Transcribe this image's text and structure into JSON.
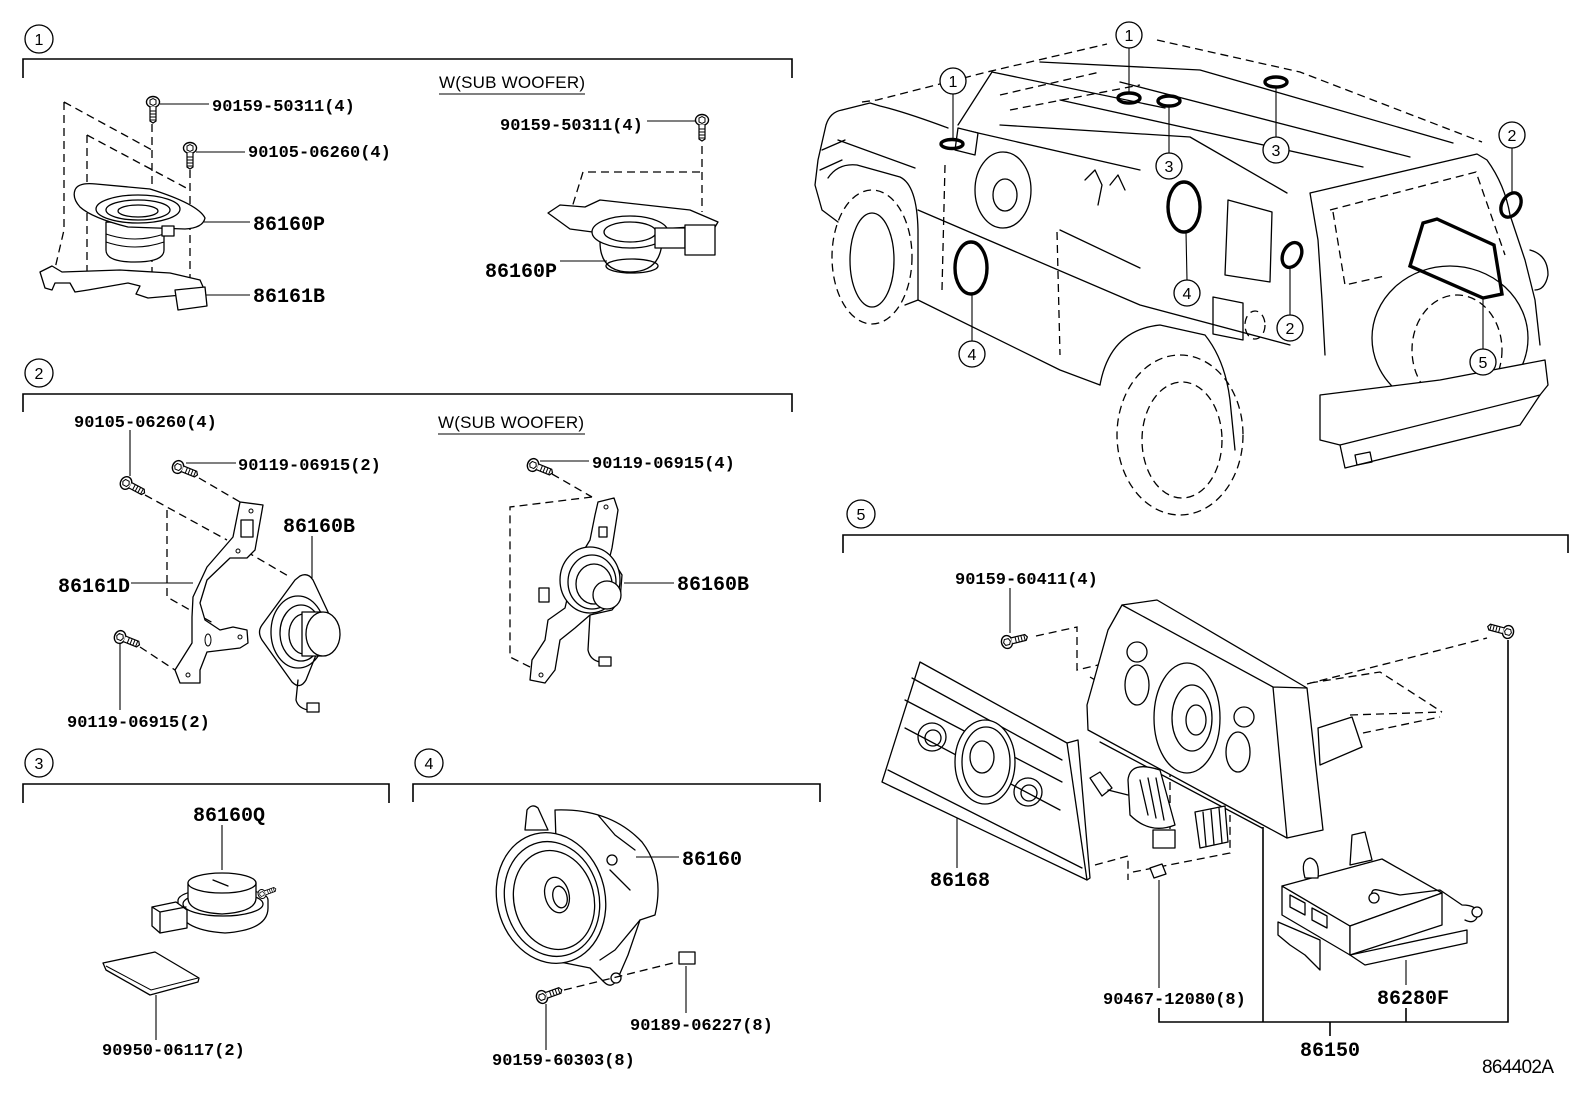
{
  "sections": [
    {
      "number": "1",
      "option_label": "W(SUB WOOFER)",
      "labels": [
        "90159-50311(4)",
        "90105-06260(4)",
        "86160P",
        "86161B"
      ],
      "option_labels": [
        "90159-50311(4)",
        "86160P"
      ]
    },
    {
      "number": "2",
      "option_label": "W(SUB WOOFER)",
      "labels": [
        "90105-06260(4)",
        "90119-06915(2)",
        "86160B",
        "86161D",
        "90119-06915(2)"
      ],
      "option_labels": [
        "90119-06915(4)",
        "86160B"
      ]
    },
    {
      "number": "3",
      "labels": [
        "86160Q",
        "90950-06117(2)"
      ]
    },
    {
      "number": "4",
      "labels": [
        "86160",
        "90189-06227(8)",
        "90159-60303(8)"
      ]
    },
    {
      "number": "5",
      "labels": [
        "90159-60411(4)",
        "86168",
        "90467-12080(8)",
        "86280F",
        "86150"
      ]
    }
  ],
  "vehicle_callouts": [
    "1",
    "1",
    "3",
    "3",
    "4",
    "4",
    "2",
    "2",
    "5"
  ],
  "reference_code": "864402A"
}
